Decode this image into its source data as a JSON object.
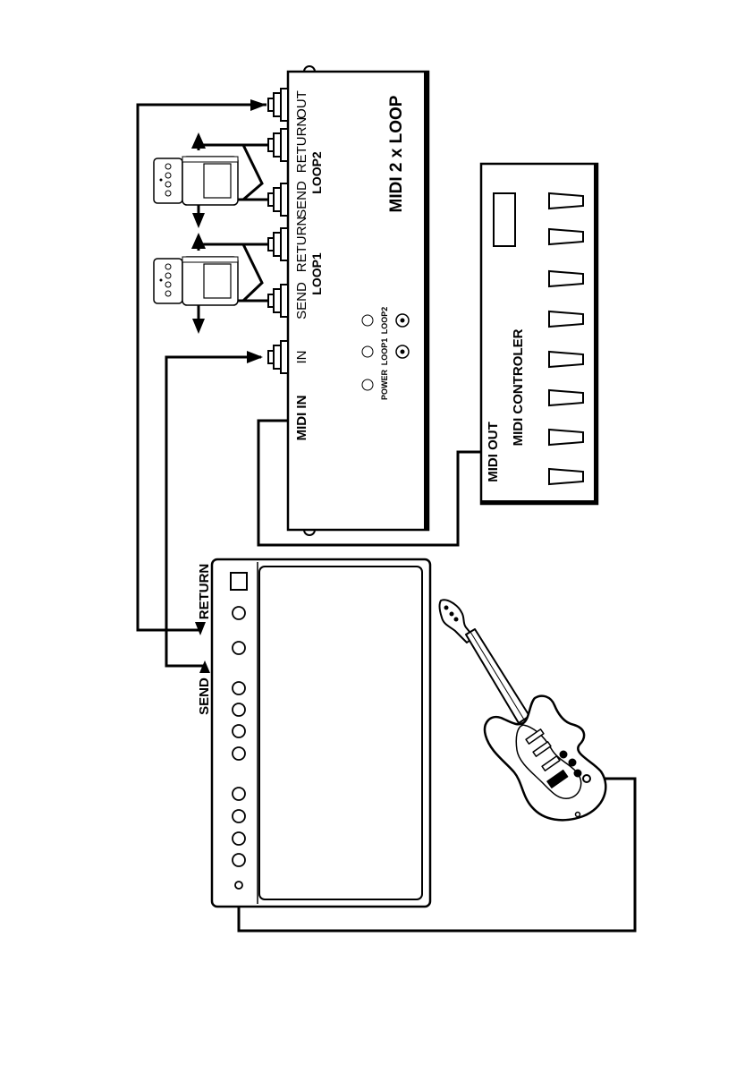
{
  "loop_unit": {
    "title": "MIDI 2 x LOOP",
    "jacks": {
      "out": "OUT",
      "return2": "RETURN",
      "send2": "SEND",
      "return1": "RETURN",
      "send1": "SEND",
      "in": "IN"
    },
    "loop2_label": "LOOP2",
    "loop1_label": "LOOP1",
    "midi_in": "MIDI IN",
    "leds": {
      "power": "POWER",
      "loop1": "LOOP1",
      "loop2": "LOOP2"
    }
  },
  "controller": {
    "title": "MIDI CONTROLER",
    "midi_out": "MIDI OUT"
  },
  "amp": {
    "send": "SEND",
    "return": "RETURN"
  },
  "colors": {
    "ink": "#000000",
    "paper": "#ffffff"
  }
}
